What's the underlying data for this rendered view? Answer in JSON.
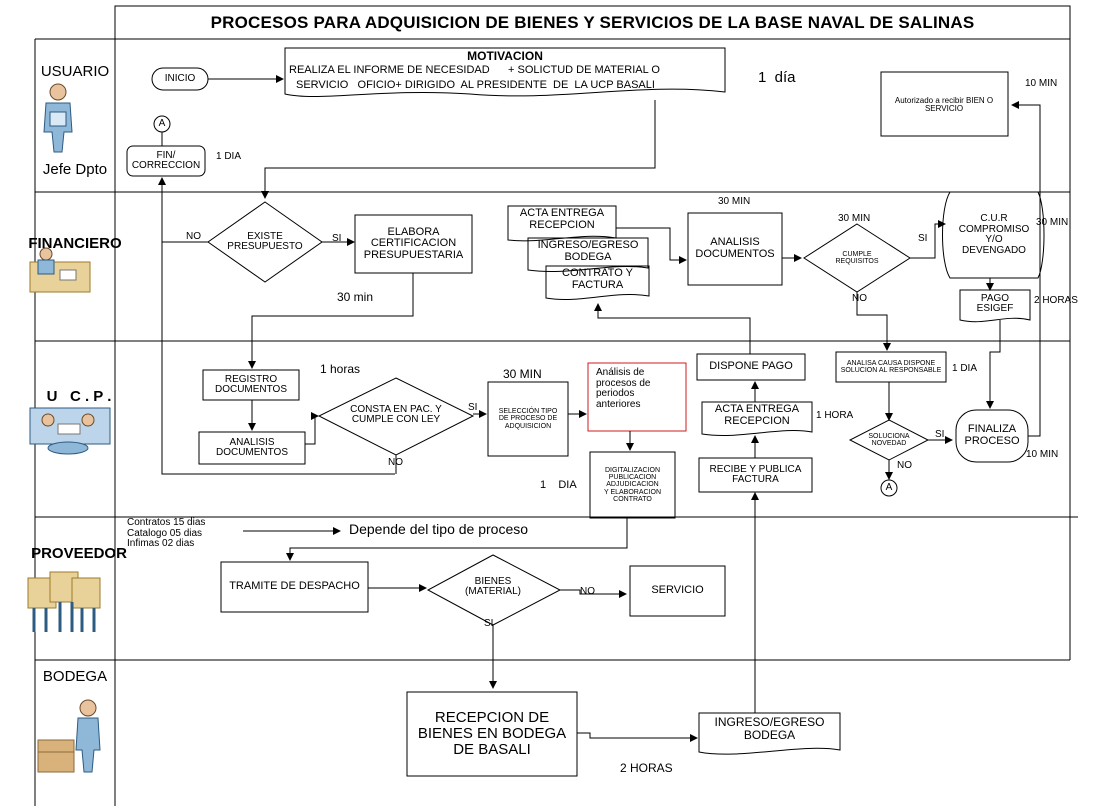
{
  "title": "PROCESOS PARA ADQUISICION DE BIENES Y SERVICIOS DE LA BASE NAVAL DE SALINAS",
  "lanes": {
    "usuario": "USUARIO",
    "jefe": "Jefe Dpto",
    "financiero": "FINANCIERO",
    "ucp": "U   C . P .",
    "proveedor": "PROVEEDOR",
    "bodega": "BODEGA"
  },
  "usuario": {
    "inicio": "INICIO",
    "motivacion": "MOTIVACION",
    "informe_line1": "REALIZA EL INFORME DE NECESIDAD      + SOLICTUD DE MATERIAL O",
    "informe_line2": "SERVICIO   OFICIO+ DIRIGIDO  AL PRESIDENTE  DE  LA UCP BASALI",
    "connector_a": "A",
    "fin_correccion": "FIN/\nCORRECCION",
    "time_1dia_upper": "1 DIA",
    "time_1dia_lower": "1  día",
    "time_10min_top": "10 MIN",
    "autorizado": "Autorizado  a recibir BIEN O SERVICIO"
  },
  "financiero": {
    "existe_presupuesto": "EXISTE\nPRESUPUESTO",
    "no": "NO",
    "si": "SI",
    "elabora": "ELABORA\nCERTIFICACION\nPRESUPUESTARIA",
    "time_30min": "30 min",
    "acta_entrega": "ACTA ENTREGA\nRECEPCION",
    "ingreso_egreso": "INGRESO/EGRESO\nBODEGA",
    "contrato_factura": "CONTRATO  Y\nFACTURA",
    "time_30min_analisis": "30 MIN",
    "analisis_documentos": "ANALISIS\nDOCUMENTOS",
    "time_30min_cumple": "30 MIN",
    "cumple_requisitos": "CUMPLE\nREQUISITOS",
    "si_cumple": "SI",
    "no_cumple": "NO",
    "cur": "C.U.R\nCOMPROMISO\nY/O\nDEVENGADO",
    "time_30min_cur": "30 MIN",
    "pago_esigef": "PAGO\nESIGEF",
    "time_2horas": "2 HORAS"
  },
  "ucp": {
    "time_1horas": "1 horas",
    "registro_documentos": "REGISTRO\nDOCUMENTOS",
    "analisis_documentos": "ANALISIS\nDOCUMENTOS",
    "consta_pac": "CONSTA EN PAC. Y\nCUMPLE  CON LEY",
    "si": "SI",
    "no": "NO",
    "time_30min": "30 MIN",
    "seleccion_tipo": "SELECCIÓN TIPO\nDE PROCESO DE\nADQUISICION",
    "analisis_periodos": "Análisis de\nprocesos de\nperiodos\nanteriores",
    "digitalizacion": "DIGITALIZACION\nPUBLICACION\nADJUDICACION\nY ELABORACION\nCONTRATO",
    "time_1dia": "1    DIA",
    "dispone_pago": "DISPONE  PAGO",
    "acta_entrega": "ACTA ENTREGA\nRECEPCION",
    "time_1hora": "1 HORA",
    "recibe_publica": "RECIBE  Y  PUBLICA\nFACTURA",
    "analisa_causa": "ANALISA CAUSA DISPONE\nSOLUCION AL RESPONSABLE",
    "time_1dia_right": "1 DIA",
    "soluciona_novedad": "SOLUCIONA\nNOVEDAD",
    "si_sol": "SI",
    "no_sol": "NO",
    "connector_a": "A",
    "finaliza_proceso": "FINALIZA\nPROCESO",
    "time_10min": "10 MIN"
  },
  "proveedor": {
    "plazos": "Contratos 15 dias\nCatalogo 05 dias\nInfimas 02 dias",
    "depende": "Depende del tipo de proceso",
    "tramite_despacho": "TRAMITE  DE  DESPACHO",
    "bienes_material": "BIENES\n(MATERIAL)",
    "no": "NO",
    "si": "SI",
    "servicio": "SERVICIO"
  },
  "bodega": {
    "recepcion_bienes": "RECEPCION DE\nBIENES  EN BODEGA\nDE BASALI",
    "ingreso_egreso": "INGRESO/EGRESO\nBODEGA",
    "time_2horas": "2 HORAS"
  }
}
